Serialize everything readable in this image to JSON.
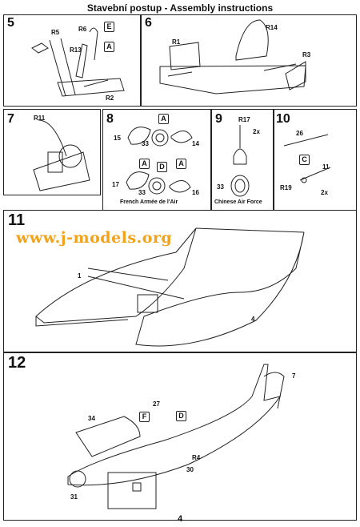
{
  "header": {
    "title": "Stavební postup - Assembly instructions"
  },
  "watermark": "www.j-models.org",
  "page_number": "4",
  "steps": {
    "s5": {
      "num": "5",
      "parts": [
        "R5",
        "R6",
        "R13",
        "R2"
      ],
      "boxes": [
        "E",
        "A"
      ]
    },
    "s6": {
      "num": "6",
      "parts": [
        "R1",
        "R14",
        "R3"
      ]
    },
    "s7": {
      "num": "7",
      "parts": [
        "R11"
      ]
    },
    "s8": {
      "num": "8",
      "parts": [
        "15",
        "33",
        "14",
        "17",
        "33",
        "16"
      ],
      "boxes": [
        "A",
        "A",
        "D",
        "A"
      ],
      "caption": "French Armée de l'Air"
    },
    "s9": {
      "num": "9",
      "parts": [
        "R17",
        "2x",
        "33"
      ],
      "caption": "Chinese Air Force"
    },
    "s10": {
      "num": "10",
      "parts": [
        "26",
        "11",
        "R19",
        "2x"
      ],
      "boxes": [
        "C"
      ]
    },
    "s11": {
      "num": "11",
      "parts": [
        "1",
        "4"
      ]
    },
    "s12": {
      "num": "12",
      "parts": [
        "7",
        "27",
        "34",
        "R4",
        "30",
        "31"
      ],
      "boxes": [
        "F",
        "D"
      ]
    }
  }
}
